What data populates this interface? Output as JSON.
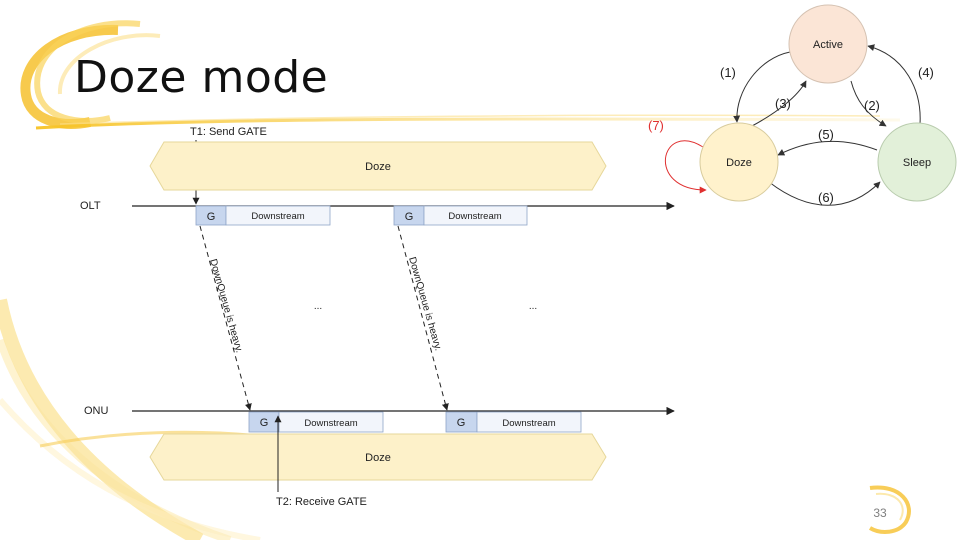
{
  "slide": {
    "title": "Doze mode",
    "page_number": "33"
  },
  "timing": {
    "t1_label": "T1: Send GATE",
    "t2_label": "T2: Receive GATE",
    "olt_label": "OLT",
    "onu_label": "ONU",
    "doze_top": "Doze",
    "doze_bottom": "Doze",
    "gate_letter": "G",
    "downstream": "Downstream",
    "ellipsis": "...",
    "queue_note_1": "DownQueue is heavy.",
    "queue_note_2": "DownQueue is heavy."
  },
  "state_machine": {
    "states": {
      "active": "Active",
      "doze": "Doze",
      "sleep": "Sleep"
    },
    "transitions": {
      "t1": "(1)",
      "t2": "(2)",
      "t3": "(3)",
      "t4": "(4)",
      "t5": "(5)",
      "t6": "(6)",
      "t7": "(7)"
    },
    "colors": {
      "active": "#fbe5d6",
      "doze": "#fff2cc",
      "sleep": "#e2f0d9",
      "self_loop": "#e03030"
    }
  },
  "colors": {
    "doze_bar": "#fdf1c9",
    "gate_fill": "#c7d6ee",
    "accent": "#f2b705"
  }
}
